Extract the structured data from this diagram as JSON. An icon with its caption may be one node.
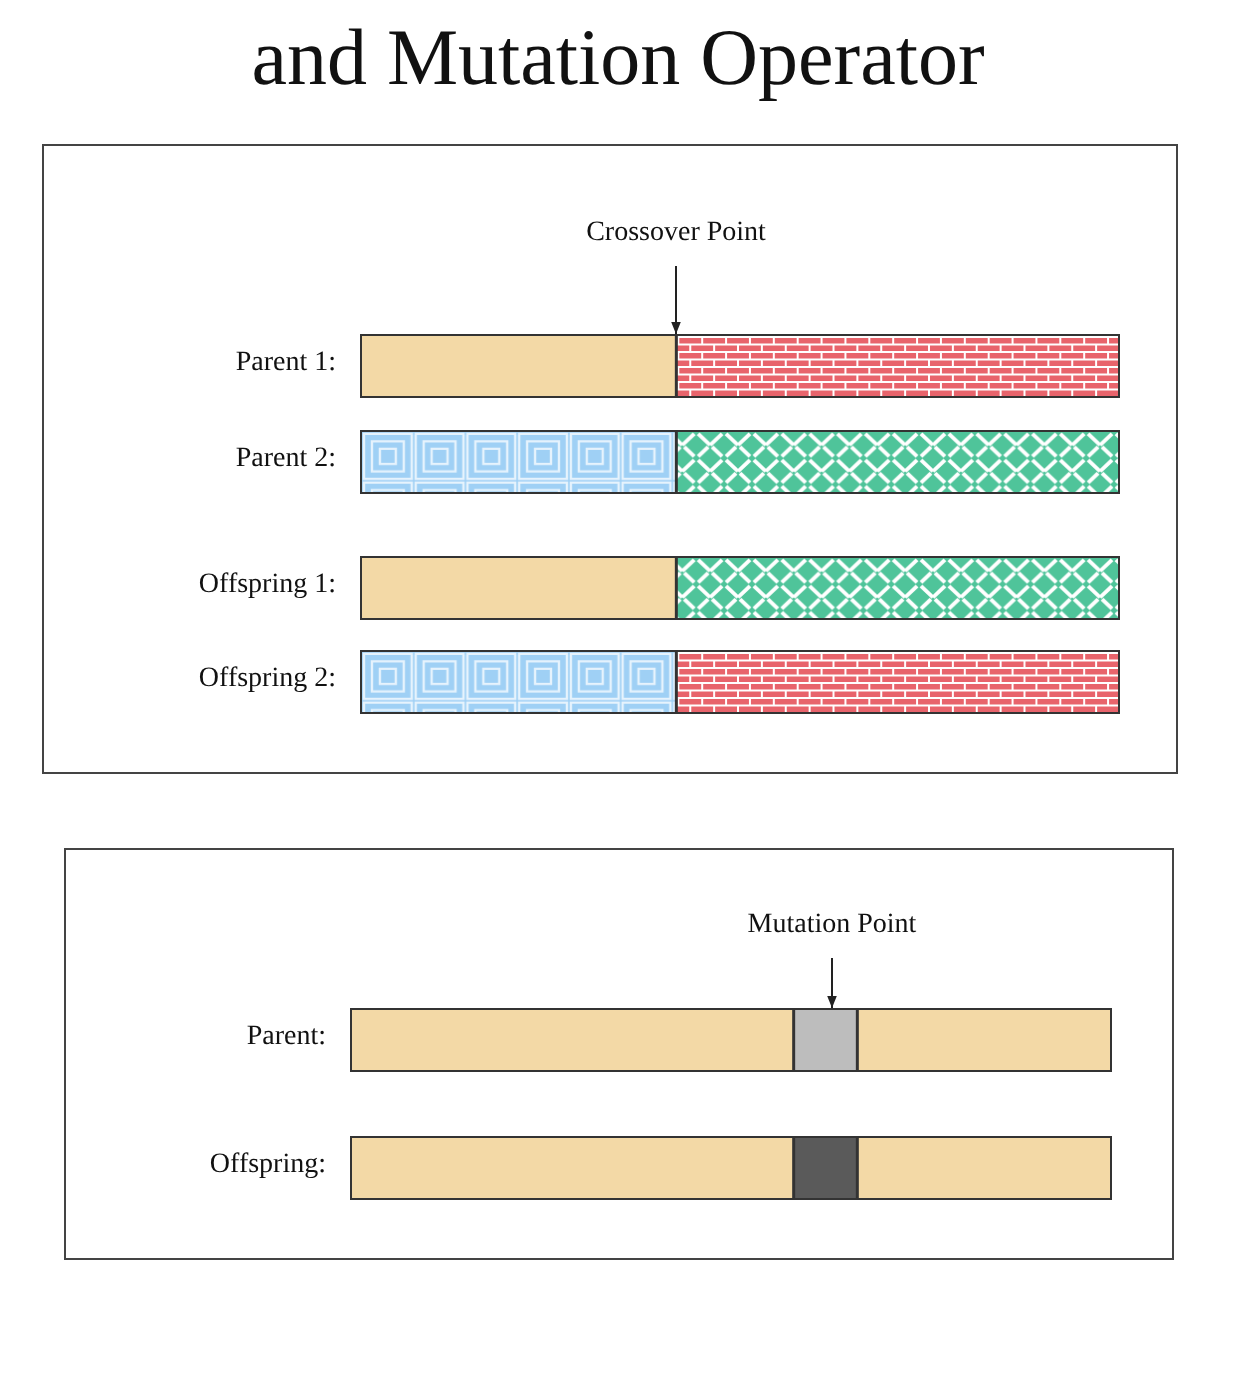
{
  "diagram": {
    "title": "and Mutation Operator",
    "nodes": [
      {
        "text": [],
        "shape": "box"
      },
      {
        "text": [
          "Crossover Point"
        ],
        "in": 0
      },
      {
        "text": [],
        "shape": "bar",
        "in": 0,
        "beside": [
          "Parent 1:"
        ]
      },
      {
        "text": [],
        "shape": "bar",
        "in": 0,
        "beside": [
          "Parent 2:"
        ]
      },
      {
        "text": [],
        "shape": "bar",
        "in": 0,
        "beside": [
          "Offspring 1:"
        ]
      },
      {
        "text": [],
        "shape": "bar",
        "in": 0,
        "beside": [
          "Offspring 2:"
        ]
      },
      {
        "text": [],
        "shape": "box"
      },
      {
        "text": [
          "Mutation Point"
        ],
        "in": 6
      },
      {
        "text": [],
        "shape": "bar",
        "in": 6,
        "beside": [
          "Parent:"
        ]
      },
      {
        "text": [],
        "shape": "bar",
        "in": 6,
        "beside": [
          "Offspring:"
        ]
      }
    ],
    "edges": [
      {
        "from": 1,
        "to": 2,
        "arrow": "to"
      },
      {
        "from": 7,
        "to": 8,
        "arrow": "to"
      }
    ]
  }
}
